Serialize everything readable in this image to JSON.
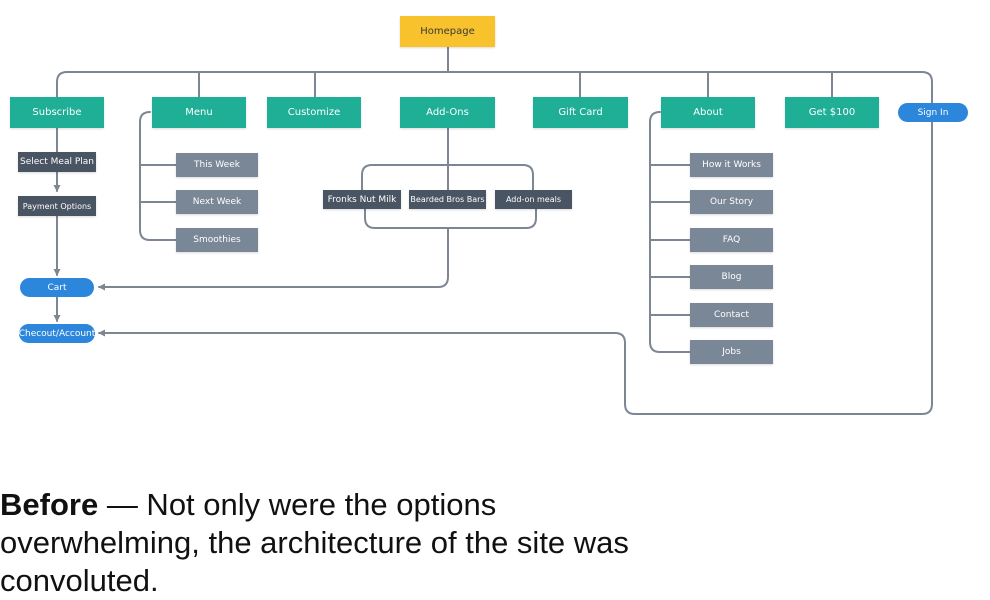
{
  "nodes": {
    "homepage": "Homepage",
    "subscribe": "Subscribe",
    "menu": "Menu",
    "customize": "Customize",
    "addons": "Add-Ons",
    "giftcard": "Gift Card",
    "about": "About",
    "get100": "Get $100",
    "signin": "Sign In",
    "select_meal_plan": "Select Meal Plan",
    "payment_options": "Payment Options",
    "cart": "Cart",
    "checkout": "Checout/Account",
    "this_week": "This Week",
    "next_week": "Next Week",
    "smoothies": "Smoothies",
    "fronks": "Fronks Nut Milk",
    "bearded": "Bearded Bros Bars",
    "addon_meals": "Add-on meals",
    "how_it_works": "How it Works",
    "our_story": "Our Story",
    "faq": "FAQ",
    "blog": "Blog",
    "contact": "Contact",
    "jobs": "Jobs"
  },
  "caption": {
    "bold": "Before",
    "text": " — Not only were the options overwhelming, the architecture of the site was convoluted."
  },
  "colors": {
    "primary_nav": "#1fae96",
    "root": "#f7c22b",
    "sub_page": "#7a8797",
    "flow_step": "#4a5563",
    "action": "#2b86dc",
    "connector": "#7d8794"
  }
}
